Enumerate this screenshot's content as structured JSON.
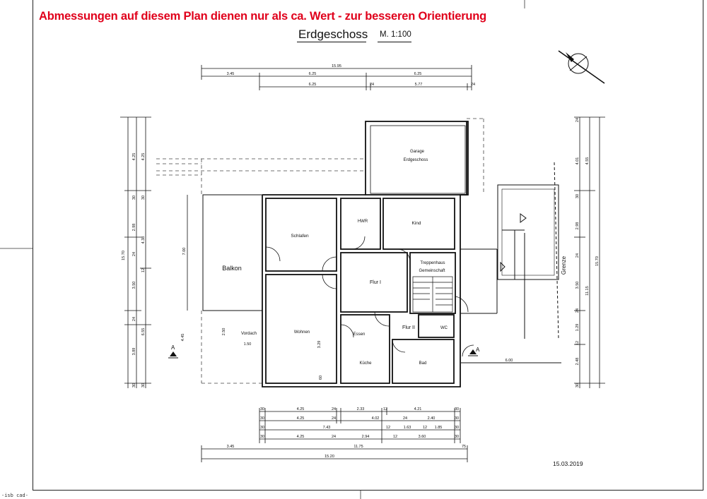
{
  "header": {
    "warning": "Abmessungen auf diesem Plan dienen nur als ca. Wert - zur besseren Orientierung",
    "title": "Erdgeschoss",
    "scale": "M. 1:100"
  },
  "rooms": {
    "garage_l1": "Garage",
    "garage_l2": "Erdgeschoss",
    "hwr": "HWR",
    "kind": "Kind",
    "schlafen": "Schlafen",
    "balkon": "Balkon",
    "flur1": "Flur I",
    "treppe_l1": "Treppenhaus",
    "treppe_l2": "Gemeinschaft",
    "wohnen": "Wohnen",
    "essen": "Essen",
    "kueche": "Küche",
    "flur2": "Flur II",
    "wc": "WC",
    "bad": "Bad",
    "vordach": "Vordach",
    "grenze": "Grenze"
  },
  "section_marks": {
    "left": "A",
    "right": "A"
  },
  "dims": {
    "top1": "15.95",
    "top2a": "3.45",
    "top2b": "6.25",
    "top2c": "6.25",
    "top3a": "6.25",
    "top3b": "24",
    "top3c": "5.77",
    "top3d": "24",
    "b1": [
      "30",
      "4.25",
      "24",
      "2.33",
      "12",
      "4.21",
      "30"
    ],
    "b2": [
      "30",
      "4.25",
      "24",
      "4.02",
      "24",
      "2.40",
      "30"
    ],
    "b3": [
      "30",
      "7.43",
      "12",
      "1.63",
      "12",
      "1.85",
      "30"
    ],
    "b4": [
      "30",
      "4.25",
      "24",
      "2.94",
      "12",
      "3.60",
      "30"
    ],
    "b5": [
      "3.45",
      "11.75",
      "75"
    ],
    "b6": "15.20",
    "left_outer": "15.70",
    "left_a": [
      "4.25",
      "30",
      "2.98",
      "24",
      "3.50",
      "24",
      "3.89",
      "30"
    ],
    "left_b": [
      "4.25",
      "30",
      "4.38",
      "12",
      "6.55",
      "30"
    ],
    "left_c": "7.00",
    "left_d": "4.45",
    "vordach_h": "2.50",
    "vordach_w": "1.50",
    "wohnen_h": "3.29",
    "wohnen_60": "60",
    "right_a": [
      "24",
      "4.01",
      "30",
      "2.98",
      "24",
      "3.50",
      "24",
      "1.29",
      "12",
      "2.48",
      "30"
    ],
    "right_b": "4.55",
    "right_c": "11.15",
    "right_outer": "15.70",
    "right_bottom": "6.00"
  },
  "footer": {
    "date": "15.03.2019",
    "cad": "-isb cad-"
  }
}
